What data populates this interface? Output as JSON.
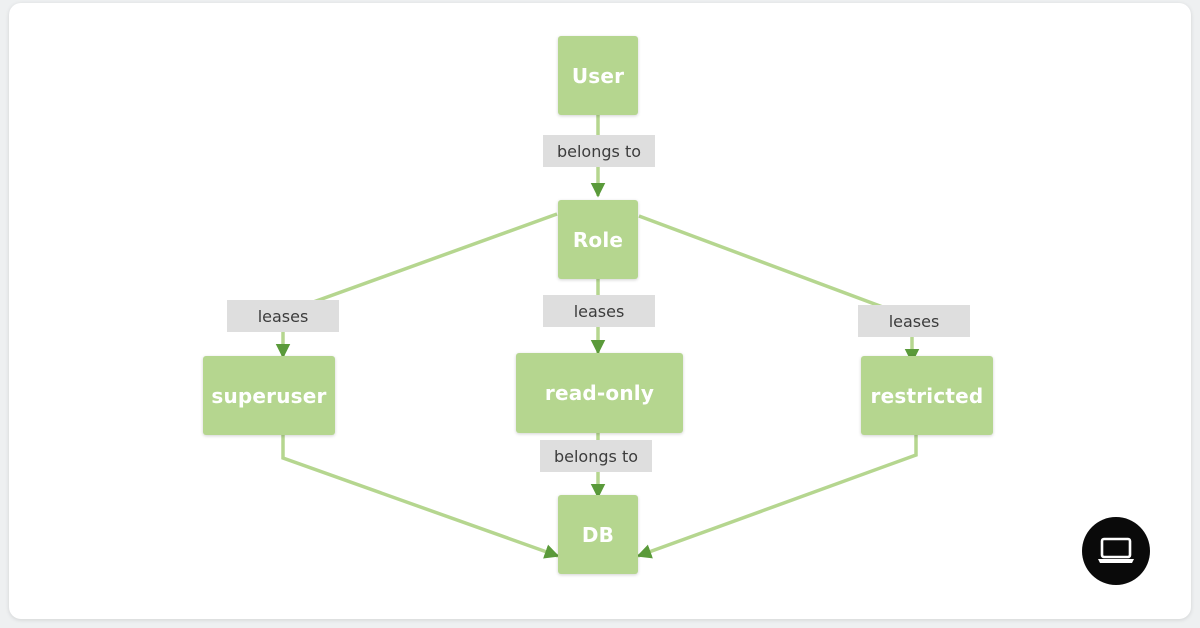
{
  "diagram": {
    "nodes": {
      "user": "User",
      "role": "Role",
      "superuser": "superuser",
      "read_only": "read-only",
      "restricted": "restricted",
      "db": "DB"
    },
    "edge_labels": {
      "user_role": "belongs to",
      "role_superuser": "leases",
      "role_read_only": "leases",
      "role_restricted": "leases",
      "read_only_db": "belongs to"
    },
    "colors": {
      "node_fill": "#b5d68f",
      "edge_line": "#b5d68f",
      "arrow_head": "#5a9a3a",
      "label_fill": "#dedede"
    }
  },
  "floating_button": {
    "icon": "laptop-icon"
  }
}
